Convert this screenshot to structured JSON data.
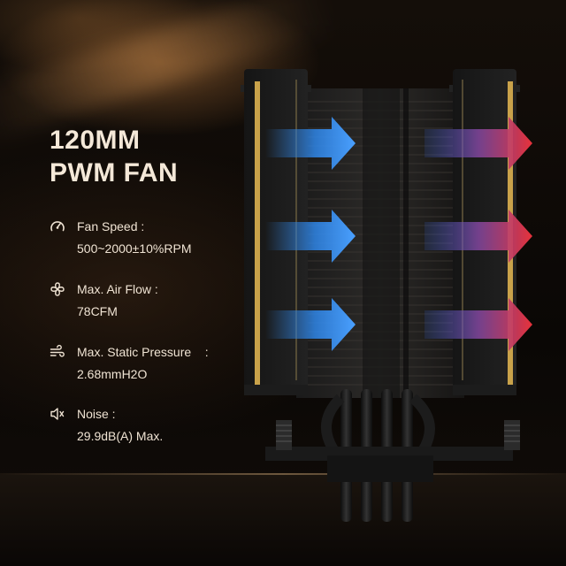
{
  "heading": {
    "line1": "120MM",
    "line2": "PWM FAN"
  },
  "specs": [
    {
      "icon": "speedometer-icon",
      "label": "Fan Speed :",
      "value": "500~2000±10%RPM"
    },
    {
      "icon": "fan-icon",
      "label": "Max. Air Flow :",
      "value": "78CFM"
    },
    {
      "icon": "wind-icon",
      "label": "Max. Static Pressure    :",
      "value": "2.68mmH2O"
    },
    {
      "icon": "speaker-icon",
      "label": "Noise :",
      "value": "29.9dB(A) Max."
    }
  ],
  "colors": {
    "accent_gold": "#c9a24a",
    "airflow_cool": "#2f86e8",
    "airflow_hot": "#e8323a",
    "text": "#efe3d3"
  }
}
